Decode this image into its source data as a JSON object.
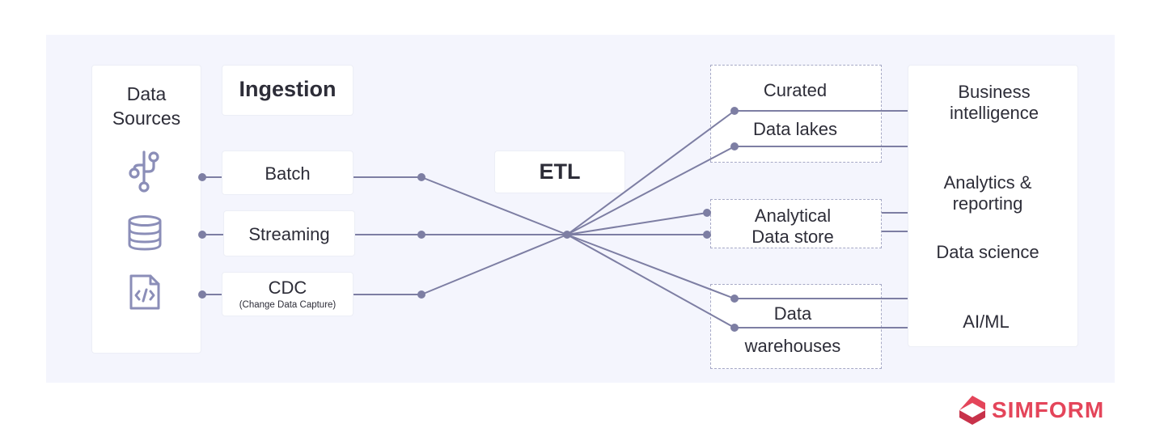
{
  "sources": {
    "title": "Data\nSources",
    "icons": [
      "git-branch-icon",
      "database-icon",
      "code-file-icon"
    ]
  },
  "ingestion": {
    "title": "Ingestion",
    "items": [
      {
        "label": "Batch",
        "sub": ""
      },
      {
        "label": "Streaming",
        "sub": ""
      },
      {
        "label": "CDC",
        "sub": "(Change Data Capture)"
      }
    ]
  },
  "etl": {
    "label": "ETL"
  },
  "storage": {
    "curated": "Curated",
    "lakes": "Data lakes",
    "analytical": "Analytical\nData store",
    "warehouses_1": "Data",
    "warehouses_2": "warehouses"
  },
  "consumers": {
    "bi": "Business\nintelligence",
    "analytics": "Analytics &\nreporting",
    "science": "Data science",
    "aiml": "AI/ML"
  },
  "brand": {
    "name": "SIMFORM",
    "color": "#e4455a"
  },
  "colors": {
    "line": "#7d7ea3",
    "icon": "#8b8eb8"
  }
}
